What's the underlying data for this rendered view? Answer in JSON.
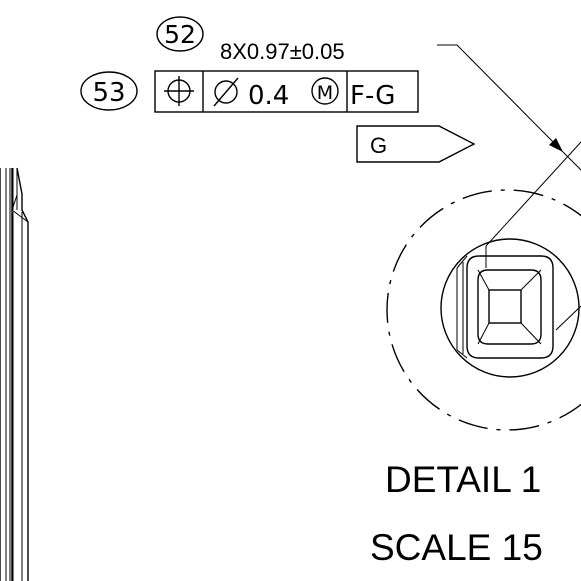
{
  "callouts": {
    "balloon_1": "52",
    "balloon_2": "53"
  },
  "dimension": {
    "note": "8X0.97±0.05"
  },
  "feature_control_frame": {
    "symbol": "position",
    "tolerance": "0.4",
    "modifier": "M",
    "datum_ref": "F-G"
  },
  "datum_flag": {
    "label": "G"
  },
  "detail": {
    "title": "DETAIL 1",
    "scale": "SCALE 15"
  }
}
